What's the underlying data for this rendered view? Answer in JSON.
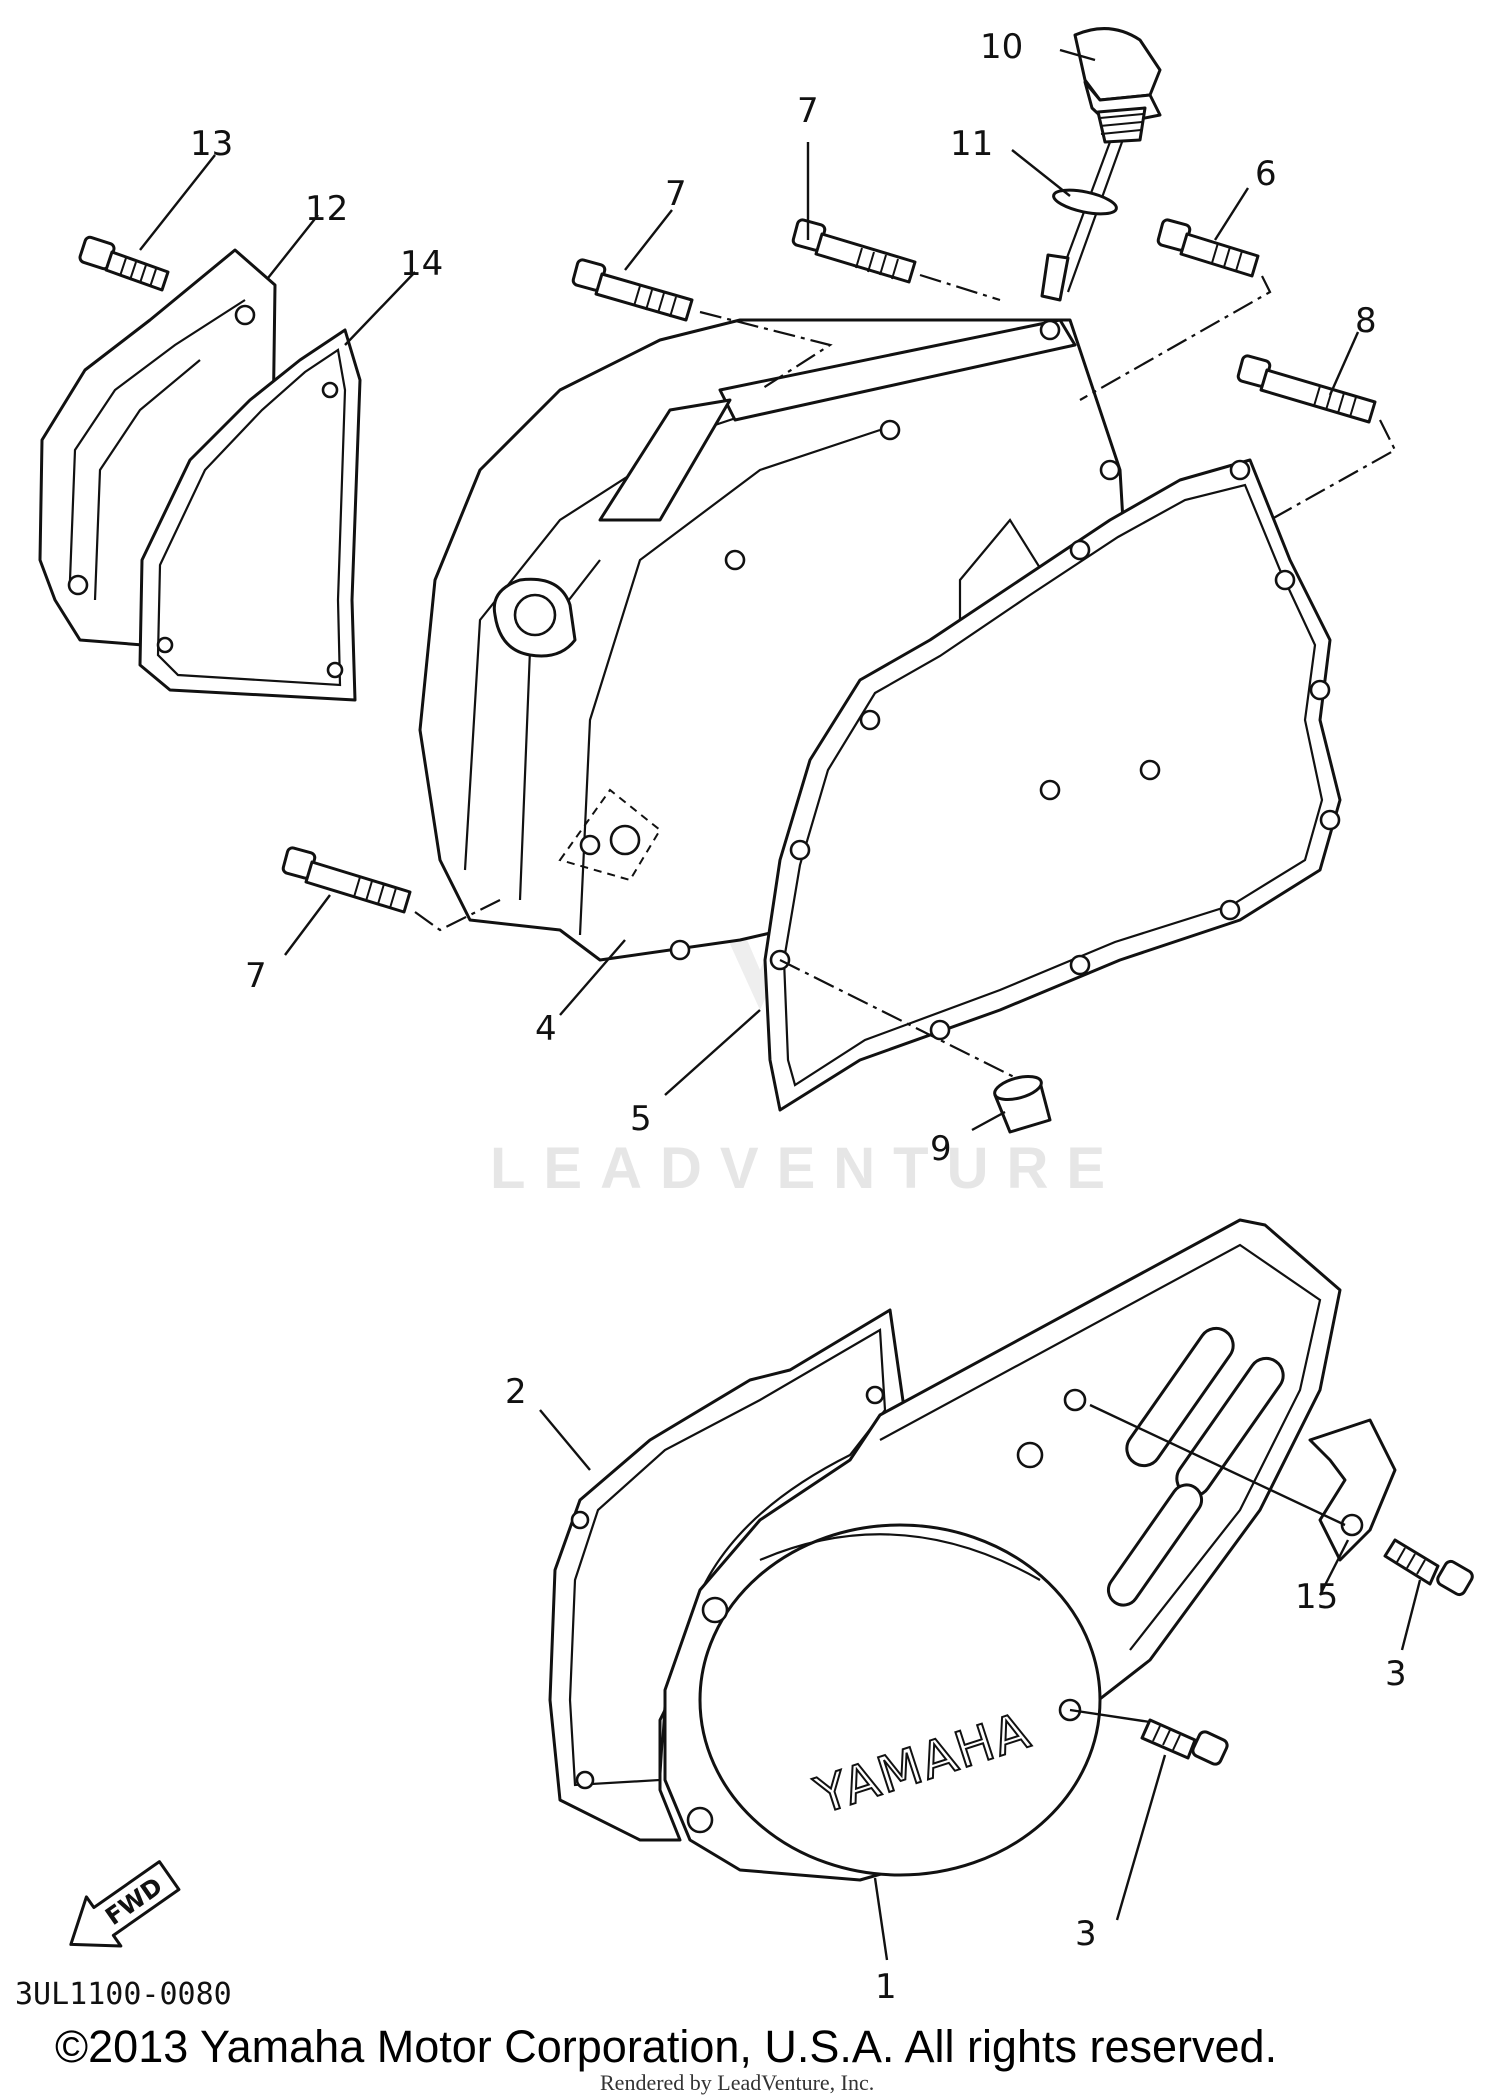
{
  "callouts": {
    "c1": "1",
    "c2": "2",
    "c3a": "3",
    "c3b": "3",
    "c4": "4",
    "c5": "5",
    "c6": "6",
    "c7a": "7",
    "c7b": "7",
    "c7c": "7",
    "c8": "8",
    "c9": "9",
    "c10": "10",
    "c11": "11",
    "c12": "12",
    "c13": "13",
    "c14": "14",
    "c15": "15"
  },
  "logo": "YAMAHA",
  "fwd": "FWD",
  "watermark": "LEADVENTURE",
  "drawing_code": "3UL1100-0080",
  "copyright": "©2013 Yamaha Motor Corporation, U.S.A. All rights reserved.",
  "rendered_by": "Rendered by LeadVenture, Inc."
}
